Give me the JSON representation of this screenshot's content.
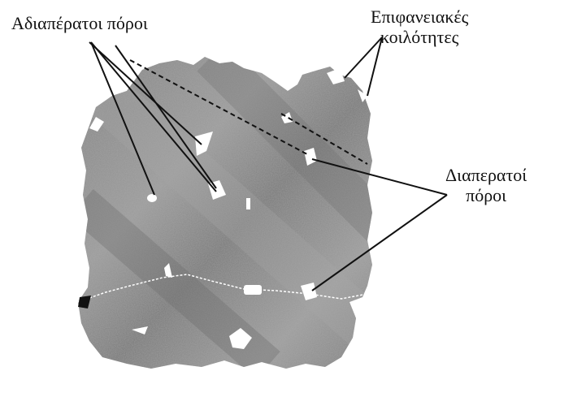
{
  "labels": {
    "closed_pores": "Αδιαπέρατοι πόροι",
    "surface_cavities_line1": "Επιφανειακές",
    "surface_cavities_line2": "κοιλότητες",
    "through_pores_line1": "Διαπερατοί",
    "through_pores_line2": "πόροι"
  },
  "colors": {
    "material": "#8a8a8a",
    "material_dark": "#6f6f6f",
    "material_light": "#a9a9a9",
    "pore": "#ffffff",
    "line": "#111111"
  }
}
